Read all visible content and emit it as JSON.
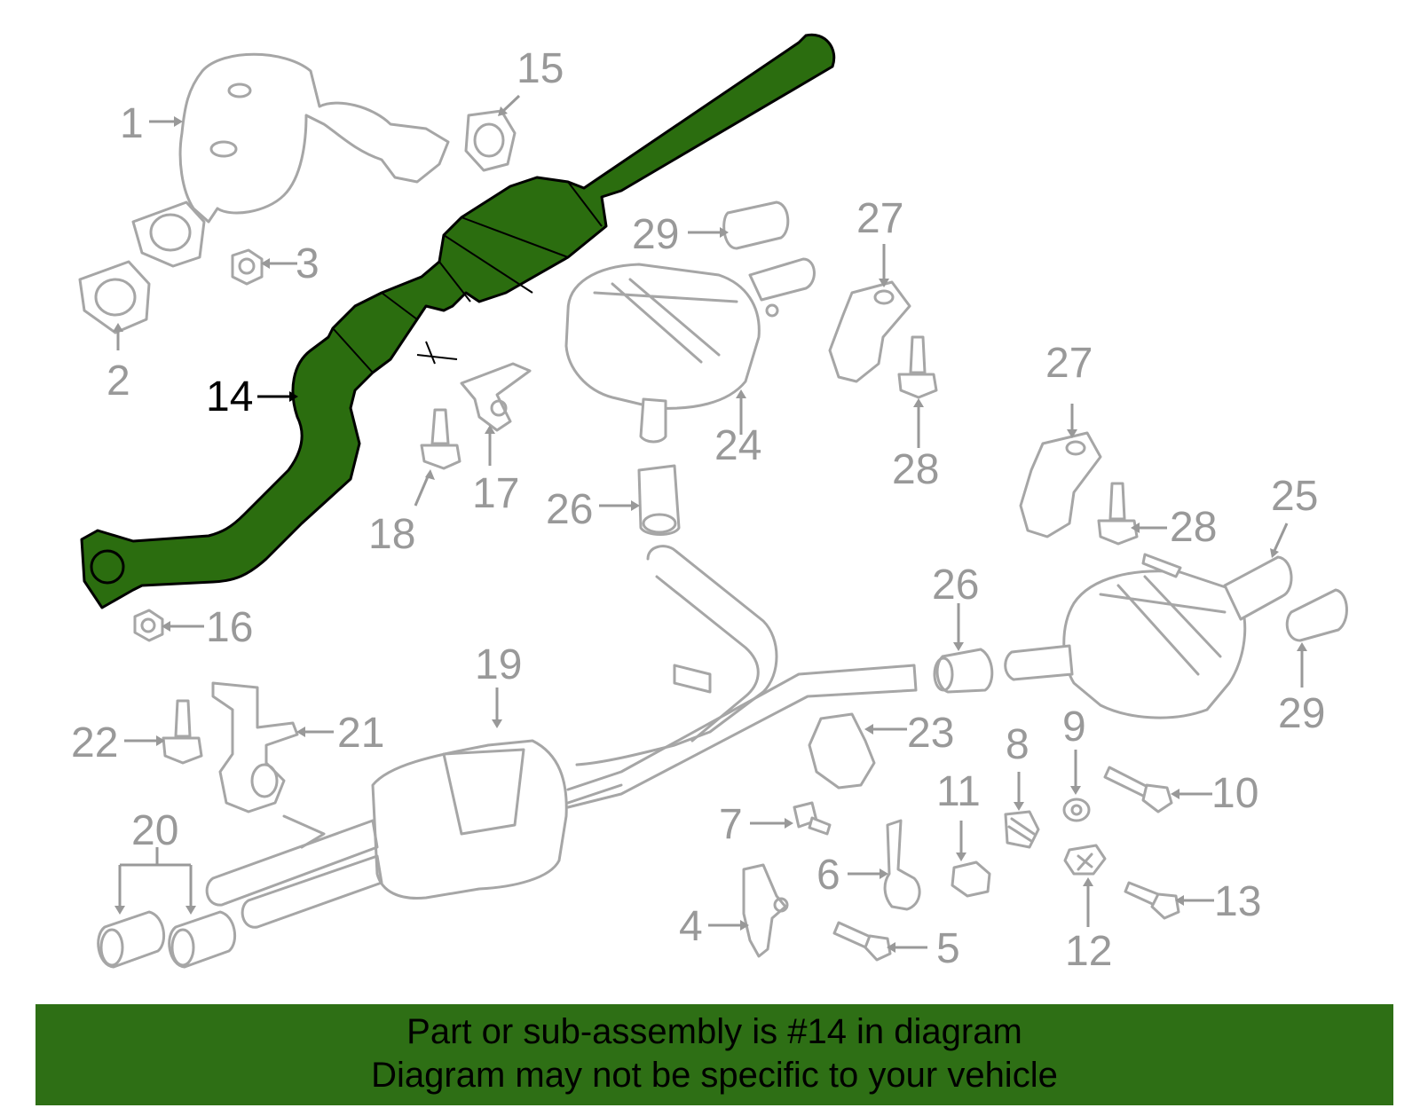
{
  "colors": {
    "highlight": "#2b6d0f",
    "banner": "#2e6f15",
    "part_outline": "#a6a6a6",
    "callout_text": "#999999",
    "selected_text": "#000000"
  },
  "selected_part": "14",
  "callouts": {
    "c1": "1",
    "c2": "2",
    "c3": "3",
    "c4": "4",
    "c5": "5",
    "c6": "6",
    "c7": "7",
    "c8": "8",
    "c9": "9",
    "c10": "10",
    "c11": "11",
    "c12": "12",
    "c13": "13",
    "c14": "14",
    "c15": "15",
    "c16": "16",
    "c17": "17",
    "c18": "18",
    "c19": "19",
    "c20": "20",
    "c21": "21",
    "c22": "22",
    "c23": "23",
    "c24": "24",
    "c25": "25",
    "c26a": "26",
    "c26b": "26",
    "c27a": "27",
    "c27b": "27",
    "c28a": "28",
    "c28b": "28",
    "c29a": "29",
    "c29b": "29"
  },
  "banner": {
    "line1": "Part or sub-assembly is #14 in diagram",
    "line2": "Diagram may not be specific to your vehicle"
  }
}
